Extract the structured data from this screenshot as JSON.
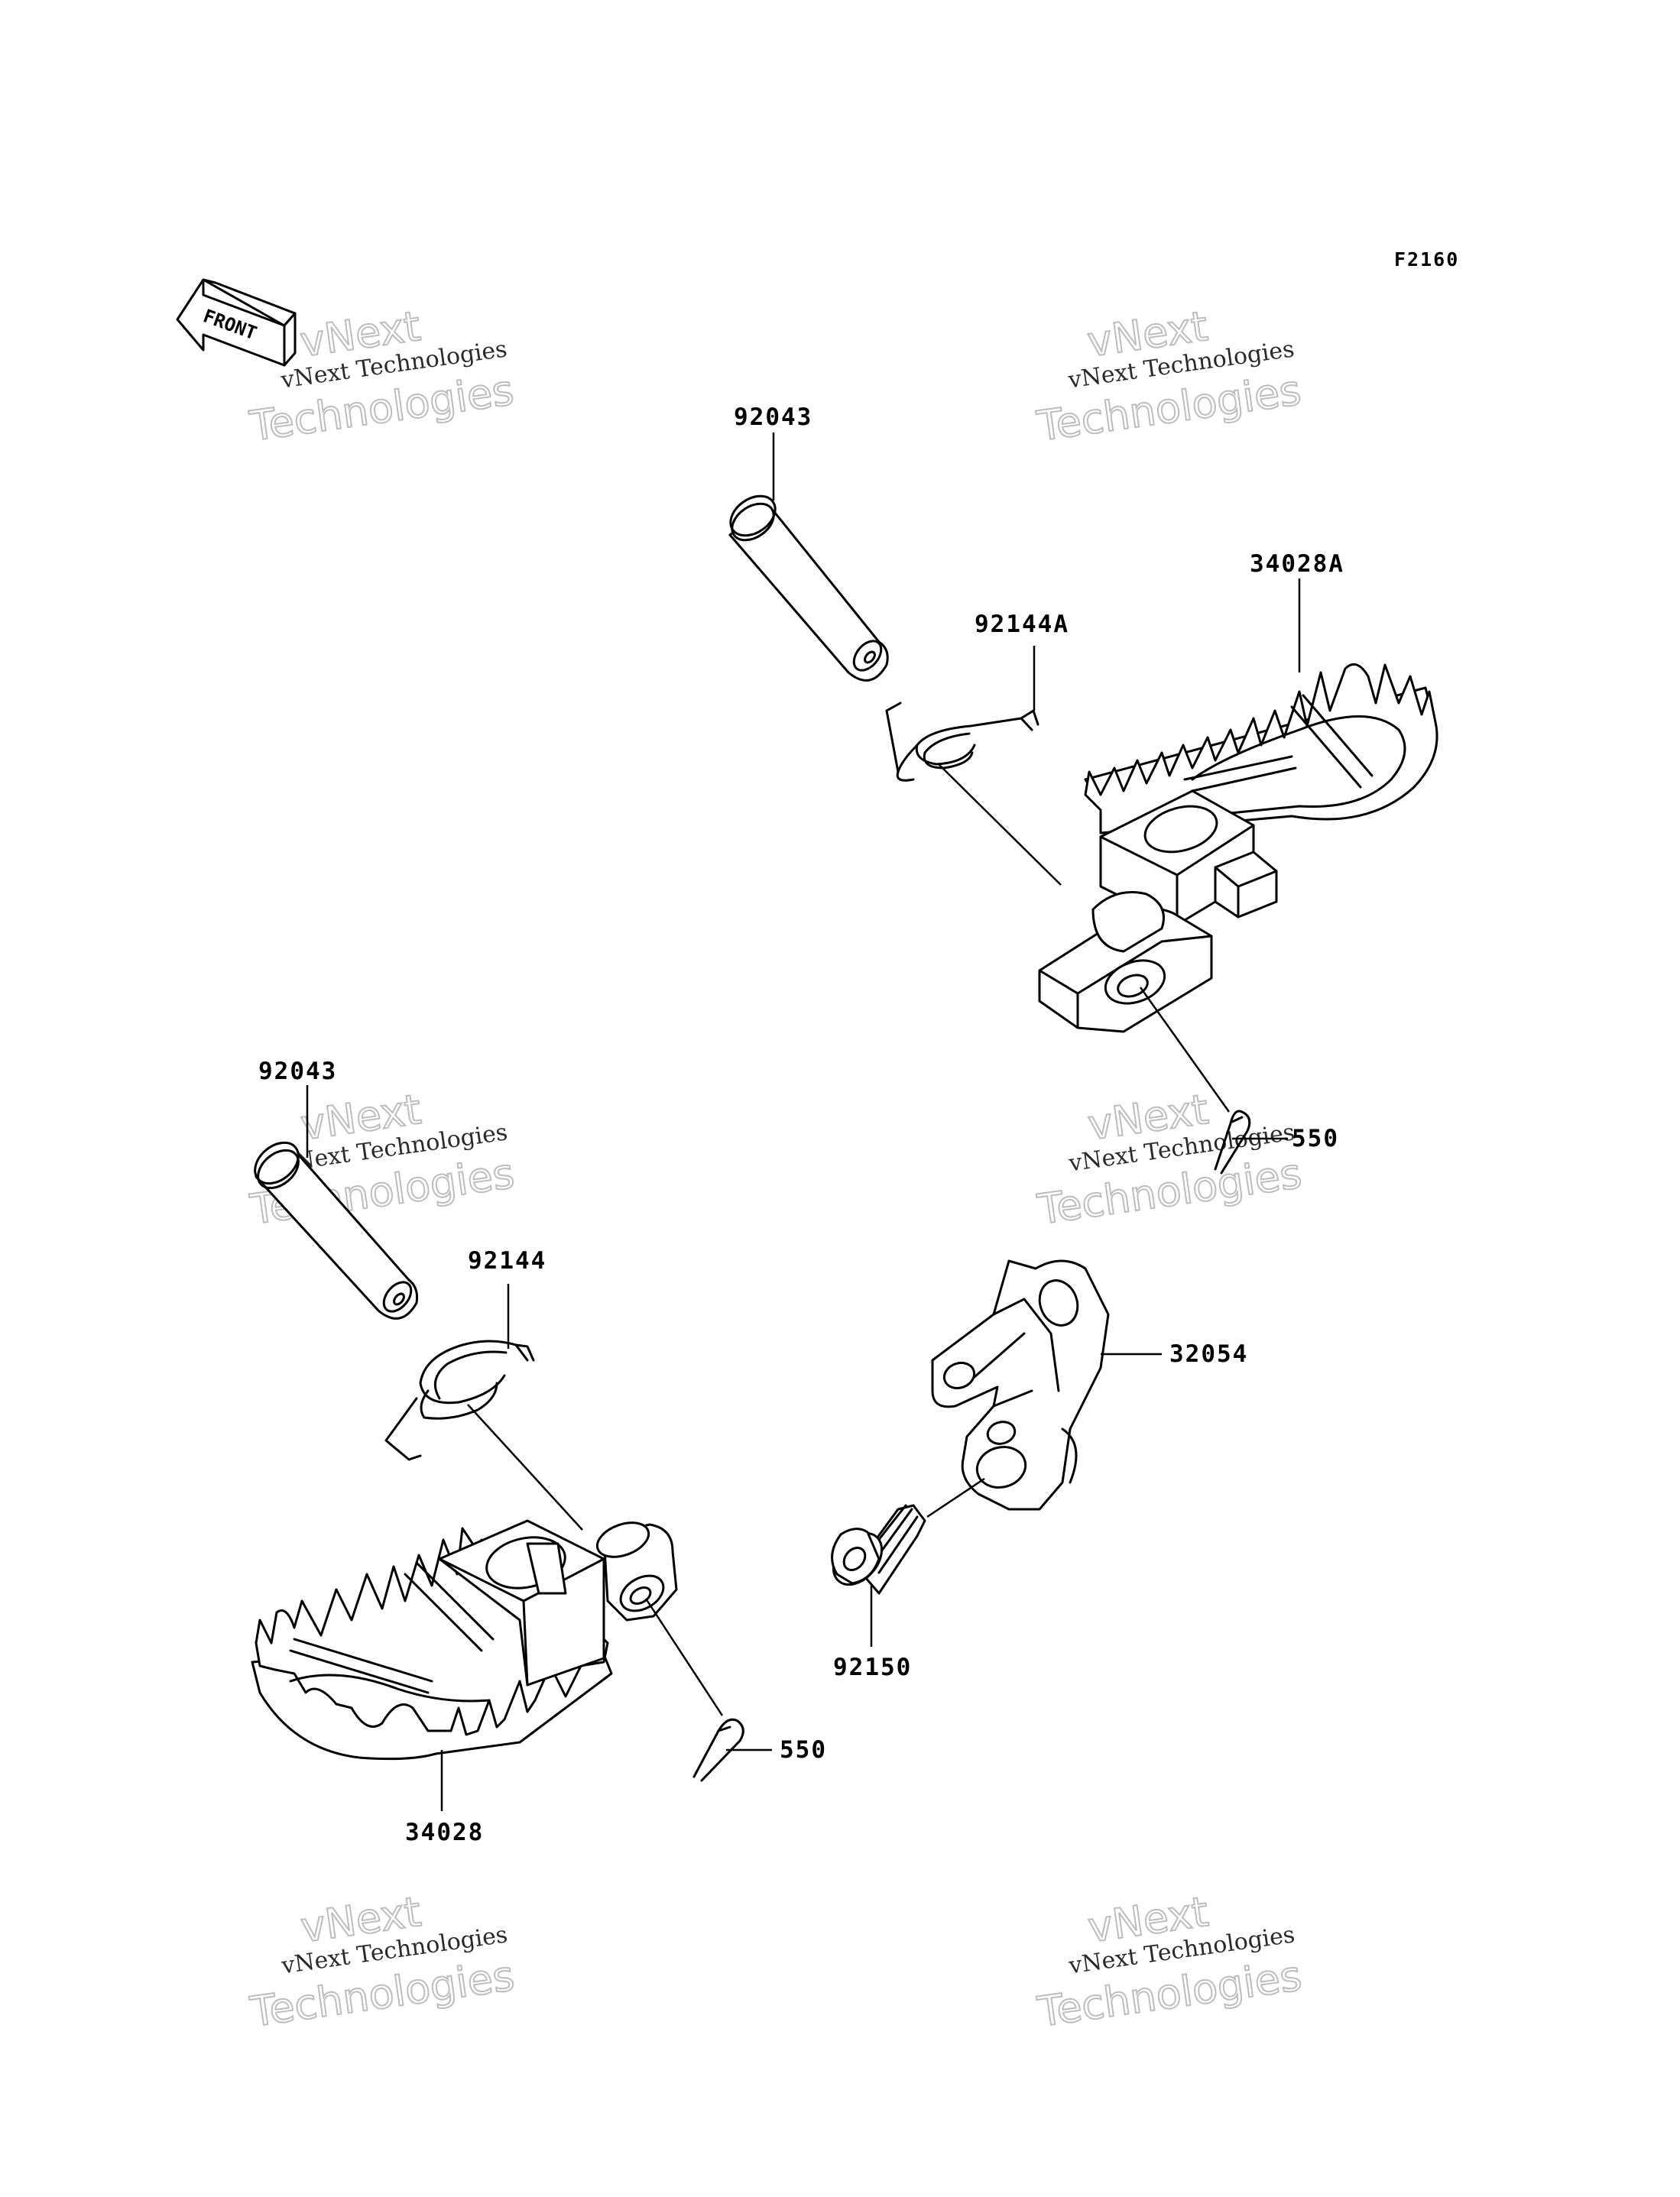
{
  "figure_code": "F2160",
  "front_indicator": "FRONT",
  "watermark": {
    "line1": "vNext",
    "line2": "vNext Technologies",
    "line3": "Technologies"
  },
  "parts": {
    "pin_upper": "92043",
    "footpeg_right": "34028A",
    "spring_upper": "92144A",
    "cotter_upper": "550",
    "pin_lower": "92043",
    "spring_lower": "92144",
    "bracket": "32054",
    "bolt": "92150",
    "cotter_lower": "550",
    "footpeg_left": "34028"
  }
}
